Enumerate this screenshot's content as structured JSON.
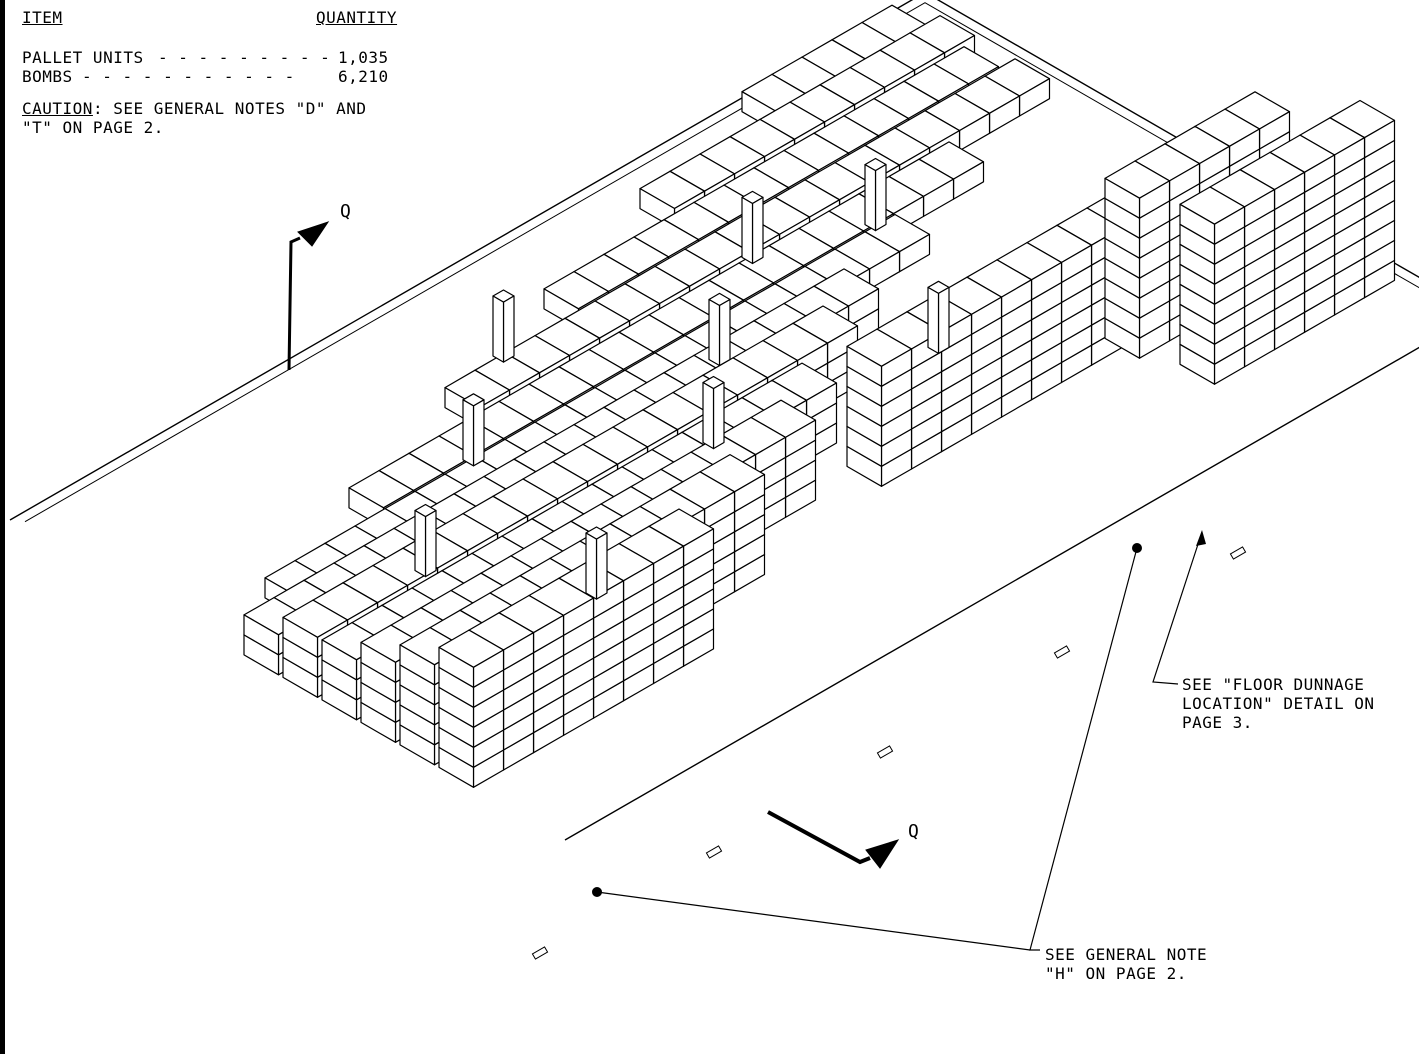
{
  "table": {
    "item_header": "ITEM",
    "quantity_header": "QUANTITY",
    "rows": [
      {
        "item": "PALLET UNITS",
        "leader": "- - - - - - - - -",
        "quantity": "1,035"
      },
      {
        "item": "BOMBS",
        "leader": "- - - - - - - - - - -",
        "quantity": "6,210"
      }
    ],
    "caution_label": "CAUTION",
    "caution_line1": ": SEE GENERAL NOTES \"D\" AND",
    "caution_line2": "\"T\" ON PAGE 2."
  },
  "section_marker_top": "Q",
  "section_marker_bottom": "Q",
  "callouts": {
    "floor_dunnage": [
      "SEE \"FLOOR DUNNAGE",
      "LOCATION\" DETAIL ON",
      "PAGE 3."
    ],
    "general_note_h": [
      "SEE GENERAL NOTE",
      "\"H\" ON PAGE 2."
    ]
  },
  "colors": {
    "line": "#000000",
    "box_fill": "#ffffff",
    "background": "#ffffff"
  }
}
